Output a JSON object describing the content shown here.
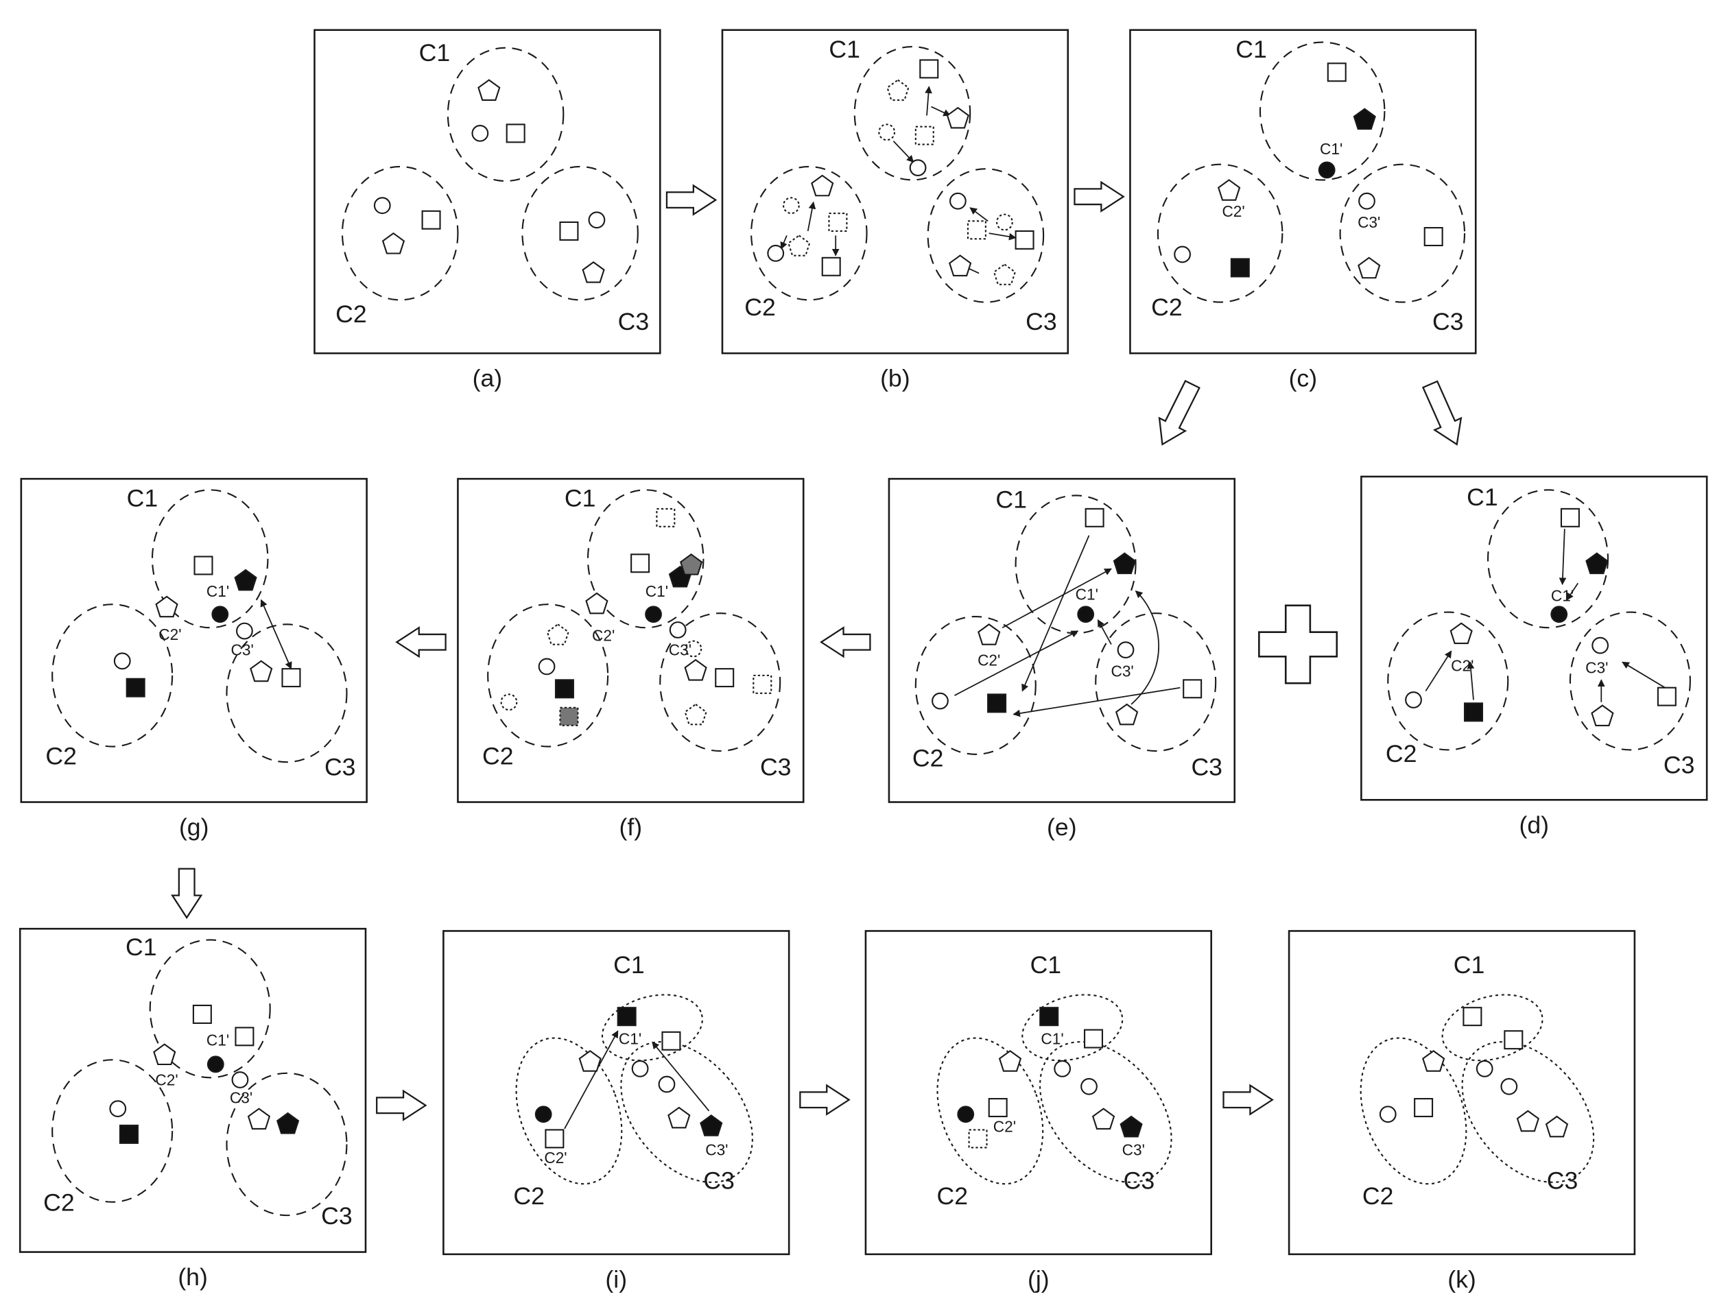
{
  "figure": {
    "cluster_labels": [
      "C1",
      "C2",
      "C3"
    ],
    "center_labels": [
      "C1'",
      "C2'",
      "C3'"
    ],
    "panel_labels": {
      "a": "(a)",
      "b": "(b)",
      "c": "(c)",
      "d": "(d)",
      "e": "(e)",
      "f": "(f)",
      "g": "(g)",
      "h": "(h)",
      "i": "(i)",
      "j": "(j)",
      "k": "(k)"
    }
  },
  "colors": {
    "stroke": "#1a1a1a",
    "fill_black": "#111111",
    "fill_gray": "#777777",
    "background": "#ffffff"
  }
}
